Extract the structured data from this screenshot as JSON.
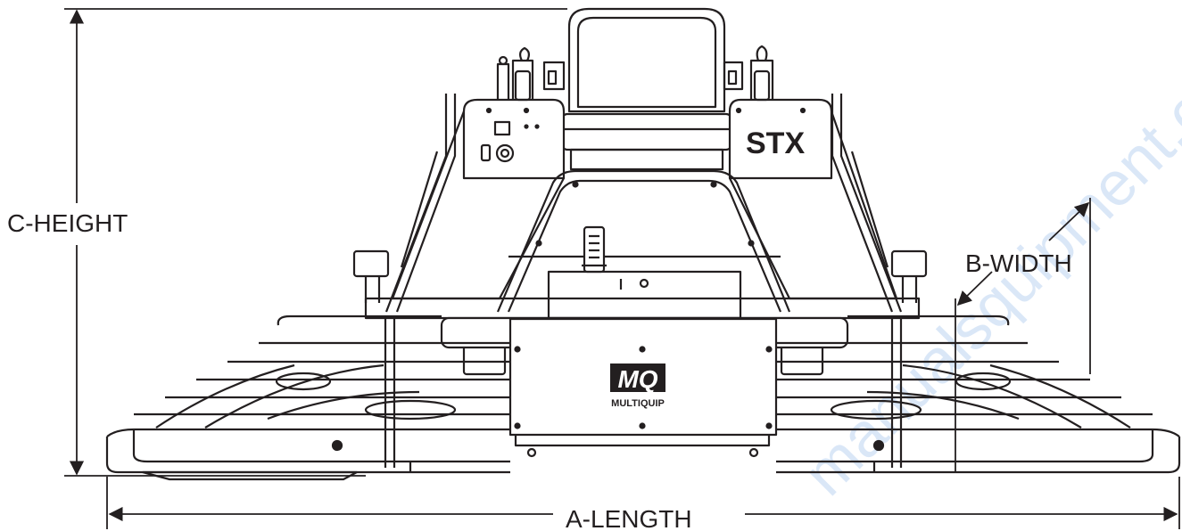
{
  "dimensions": {
    "height_label": "C-HEIGHT",
    "width_label": "B-WIDTH",
    "length_label": "A-LENGTH"
  },
  "machine": {
    "model_label": "STX",
    "brand_mark": "MQ",
    "brand_name": "MULTIQUIP"
  },
  "watermark": {
    "text": "manualsquipment.com"
  },
  "colors": {
    "line": "#231f20",
    "watermark": "#bcd4f2"
  }
}
